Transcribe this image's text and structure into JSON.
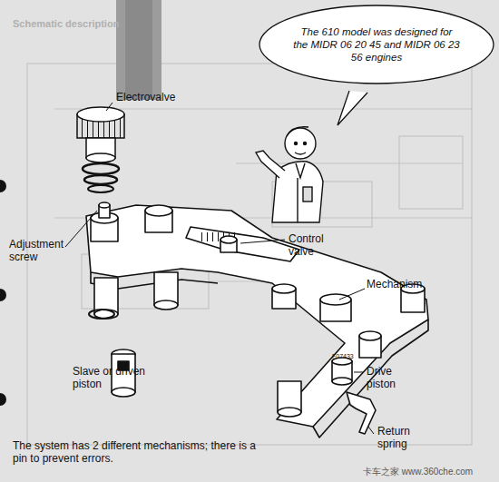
{
  "diagram": {
    "nodes": [
      {
        "text": [
          "The 610 model was designed for the MIDR 06 20 45 and MIDR 06 23 56 engines"
        ]
      }
    ],
    "labels": [
      "Schematic description",
      "Electrovalve",
      "Adjustment screw",
      "Control valve",
      "Mechanism",
      "Slave or driven piston",
      "F07433",
      "Drive piston",
      "Return spring",
      "The system has 2 different mechanisms; there is a pin to prevent errors.",
      "卡车之家 www.360che.com"
    ]
  }
}
